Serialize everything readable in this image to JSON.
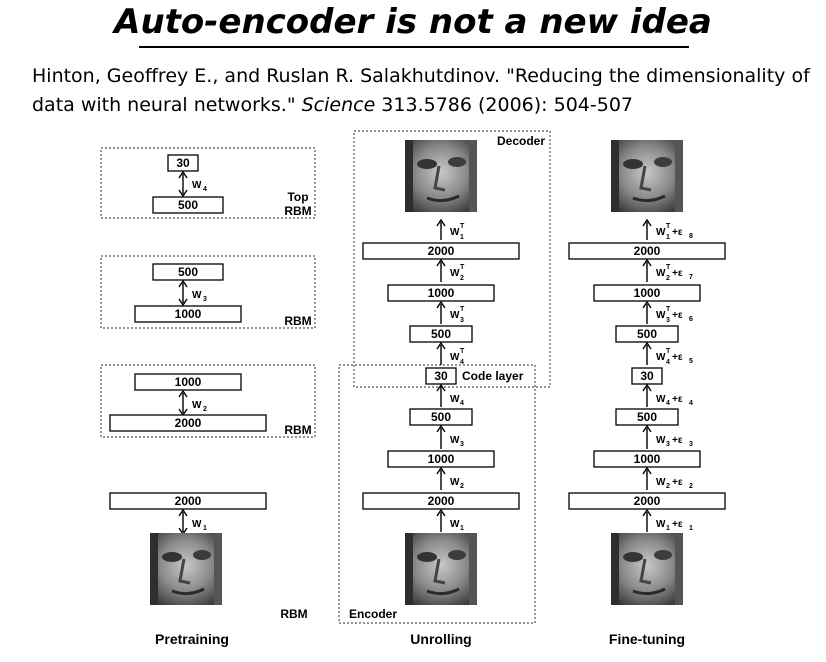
{
  "slide": {
    "title": "Auto-encoder is not a new idea",
    "citation_part1": "Hinton, Geoffrey E., and Ruslan R. Salakhutdinov. \"Reducing the dimensionality of data with neural networks.\" ",
    "citation_journal": "Science",
    "citation_part2": " 313.5786 (2006): 504-507"
  },
  "figure": {
    "captions": {
      "pretraining": "Pretraining",
      "unrolling": "Unrolling",
      "finetuning": "Fine-tuning"
    },
    "pretraining": {
      "top_rbm": {
        "upper": "30",
        "lower": "500",
        "weight": "W",
        "weight_sub": "4",
        "label1": "Top",
        "label2": "RBM"
      },
      "rbm3": {
        "upper": "500",
        "lower": "1000",
        "weight": "W",
        "weight_sub": "3",
        "label": "RBM"
      },
      "rbm2": {
        "upper": "1000",
        "lower": "2000",
        "weight": "W",
        "weight_sub": "2",
        "label": "RBM"
      },
      "rbm1": {
        "upper": "2000",
        "weight": "W",
        "weight_sub": "1",
        "label": "RBM"
      }
    },
    "unrolling": {
      "decoder_label": "Decoder",
      "encoder_label": "Encoder",
      "code_layer_label": "Code layer",
      "decoder_layers": [
        "2000",
        "1000",
        "500"
      ],
      "decoder_weights": [
        "W",
        "W",
        "W",
        "W"
      ],
      "decoder_weight_subs": [
        "1",
        "2",
        "3",
        "4"
      ],
      "transpose": "T",
      "code": "30",
      "encoder_layers": [
        "500",
        "1000",
        "2000"
      ],
      "encoder_weights": [
        "W",
        "W",
        "W",
        "W"
      ],
      "encoder_weight_subs": [
        "4",
        "3",
        "2",
        "1"
      ]
    },
    "finetuning": {
      "decoder_layers": [
        "2000",
        "1000",
        "500"
      ],
      "decoder_weight_subs": [
        "1",
        "2",
        "3",
        "4"
      ],
      "decoder_eps": [
        "+ε",
        "+ε",
        "+ε",
        "+ε"
      ],
      "decoder_eps_subs": [
        "8",
        "7",
        "6",
        "5"
      ],
      "code": "30",
      "encoder_layers": [
        "500",
        "1000",
        "2000"
      ],
      "encoder_weight_subs": [
        "4",
        "3",
        "2",
        "1"
      ],
      "encoder_eps": [
        "+ε",
        "+ε",
        "+ε",
        "+ε"
      ],
      "encoder_eps_subs": [
        "4",
        "3",
        "2",
        "1"
      ],
      "weight": "W",
      "transpose": "T"
    }
  }
}
